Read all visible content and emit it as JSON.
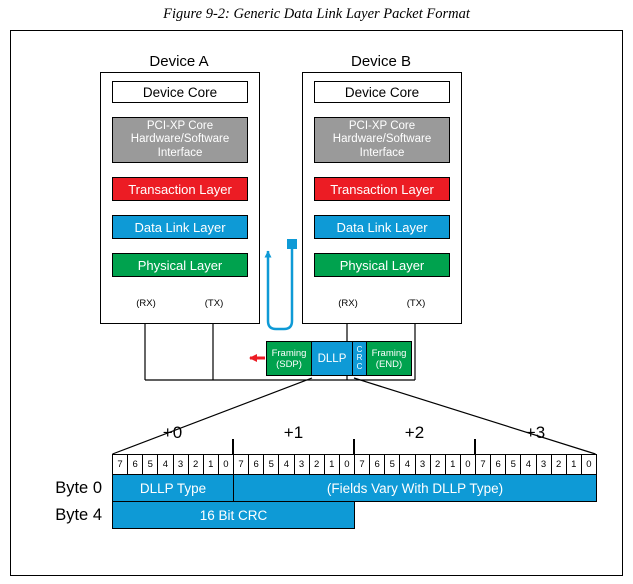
{
  "title": "Figure 9-2: Generic Data Link Layer Packet Format",
  "device_a": {
    "name": "Device A"
  },
  "device_b": {
    "name": "Device B"
  },
  "layers": {
    "core": "Device Core",
    "iface1": "PCI-XP Core",
    "iface2": "Hardware/Software",
    "iface3": "Interface",
    "transaction": "Transaction Layer",
    "datalink": "Data Link Layer",
    "physical": "Physical Layer",
    "rx": "(RX)",
    "tx": "(TX)"
  },
  "packet": {
    "framing_sdp1": "Framing",
    "framing_sdp2": "(SDP)",
    "dllp": "DLLP",
    "crc": "CRC",
    "framing_end1": "Framing",
    "framing_end2": "(END)"
  },
  "table": {
    "offsets": [
      "+0",
      "+1",
      "+2",
      "+3"
    ],
    "bits": [
      "7",
      "6",
      "5",
      "4",
      "3",
      "2",
      "1",
      "0"
    ],
    "rows": [
      {
        "label": "Byte 0",
        "cells": [
          {
            "text": "DLLP Type",
            "bytes": 1
          },
          {
            "text": "(Fields Vary With DLLP Type)",
            "bytes": 3
          }
        ]
      },
      {
        "label": "Byte 4",
        "cells": [
          {
            "text": "16 Bit CRC",
            "bytes": 2
          }
        ]
      }
    ]
  },
  "colors": {
    "blue": "#0E9AD6",
    "green": "#00A24E",
    "red": "#EC1C24",
    "gray": "#9A9A9A"
  }
}
